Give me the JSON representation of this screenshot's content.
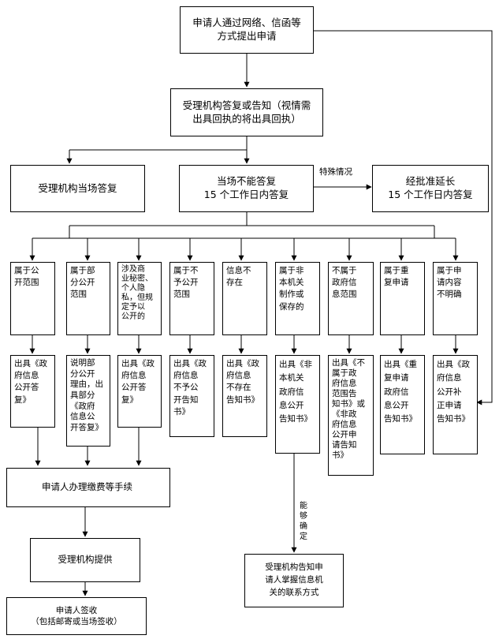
{
  "top": "申请人通过网络、信函等\n方式提出申请",
  "reply": "受理机构答复或告知（视情需\n出具回执的将出具回执）",
  "onsite": "受理机构当场答复",
  "not_onsite": "当场不能答复\n15 个工作日内答复",
  "special_label": "特殊情况",
  "extend": "经批准延长\n15 个工作日内答复",
  "categories": [
    "属于公\n开范围",
    "属于部\n分公开\n范围",
    "涉及商\n业秘密、\n个人隐\n私，但规\n定予以\n公开的",
    "属于不\n予公开\n范围",
    "信息不\n存在",
    "属于非\n本机关\n制作或\n保存的",
    "不属于\n政府信\n息范围",
    "属于重\n复申请",
    "属于申\n请内容\n不明确"
  ],
  "outputs": [
    "出具《政\n府信息\n公开答\n复》",
    "说明部\n分公开\n理由，出\n具部分\n《政府\n信息公\n开答复》",
    "出具《政\n府信息\n公开答\n复》",
    "出具《政\n府信息\n不予公\n开告知\n书》",
    "出具《政\n府信息\n不存在\n告知书》",
    "出具《非\n本机关\n政府信\n息公开\n告知书》",
    "出具《不\n属于政\n府信息\n范围告\n知书》或\n《非政\n府信息\n公开申\n请告知\n书》",
    "出具《重\n复申请\n政府信\n息公开\n告知书》",
    "出具《政\n府信息\n公开补\n正申请\n告知书》"
  ],
  "fee": "申请人办理缴费等手续",
  "able_label": "能\n够\n确\n定",
  "provide": "受理机构提供",
  "inform": "受理机构告知申\n请人掌握信息机\n关的联系方式",
  "sign": "申请人签收\n（包括邮寄或当场签收）"
}
